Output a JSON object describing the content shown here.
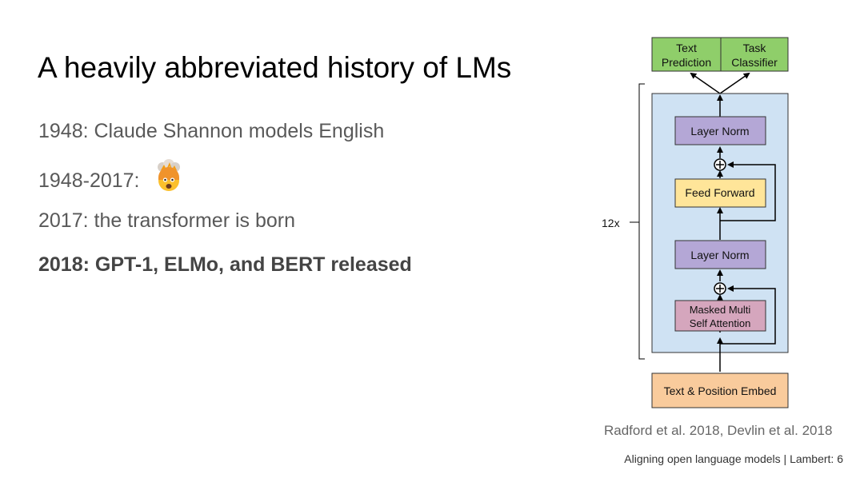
{
  "slide": {
    "title": "A heavily abbreviated history of LMs",
    "items": [
      {
        "text": "1948: Claude Shannon models English"
      },
      {
        "text": "1948-2017:"
      },
      {
        "text": "2017: the transformer is born"
      },
      {
        "text": "2018: GPT-1, ELMo, and BERT released"
      }
    ],
    "emoji_icon": "exploding-head-icon"
  },
  "diagram": {
    "outputs": [
      {
        "line1": "Text",
        "line2": "Prediction"
      },
      {
        "line1": "Task",
        "line2": "Classifier"
      }
    ],
    "repeat_label": "12x",
    "blocks": {
      "layer_norm_top": "Layer Norm",
      "feed_forward": "Feed Forward",
      "layer_norm_bottom": "Layer Norm",
      "attention_line1": "Masked Multi",
      "attention_line2": "Self Attention",
      "embed": "Text & Position Embed"
    },
    "colors": {
      "output": "#8fce6a",
      "container": "#cfe2f3",
      "layer_norm": "#b4a7d6",
      "feed_forward": "#ffe599",
      "attention": "#d5a6bd",
      "embed": "#f9cb9c"
    }
  },
  "citation": "Radford et al. 2018, Devlin et al. 2018",
  "footer": "Aligning open language models | Lambert: 6"
}
